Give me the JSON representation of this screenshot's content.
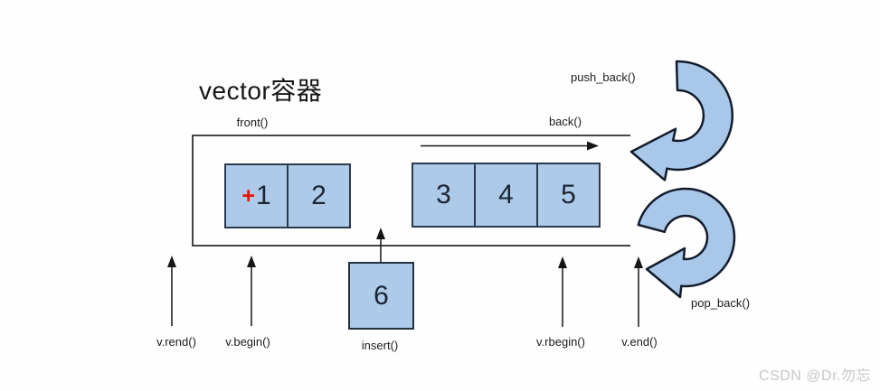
{
  "title": "vector容器",
  "labels": {
    "front": "front()",
    "back": "back()",
    "push_back": "push_back()",
    "pop_back": "pop_back()",
    "insert": "insert()",
    "v_rend": "v.rend()",
    "v_begin": "v.begin()",
    "v_rbegin": "v.rbegin()",
    "v_end": "v.end()"
  },
  "vector": {
    "plus_sign": "+",
    "group1": [
      "1",
      "2"
    ],
    "group2": [
      "3",
      "4",
      "5"
    ],
    "insert_value": "6"
  },
  "colors": {
    "cell_fill": "#adcbe9",
    "cell_border": "#2b3a50",
    "plus_red": "#e41408",
    "outline_gray": "#454545",
    "arrow_black": "#151515",
    "curved_arrow_fill": "#a9c7e8",
    "curved_arrow_stroke": "#131c2c",
    "watermark_gray": "#c7c7c7"
  },
  "watermark": "CSDN @Dr.勿忘"
}
